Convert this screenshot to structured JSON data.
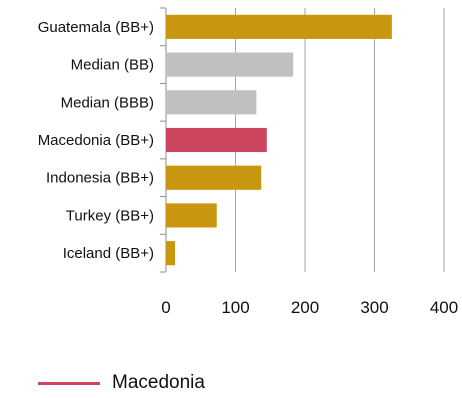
{
  "chart_data": {
    "type": "bar",
    "orientation": "horizontal",
    "categories": [
      "Guatemala (BB+)",
      "Median (BB)",
      "Median (BBB)",
      "Macedonia (BB+)",
      "Indonesia (BB+)",
      "Turkey (BB+)",
      "Iceland (BB+)"
    ],
    "values": [
      325,
      183,
      130,
      145,
      137,
      73,
      13
    ],
    "bar_colors": [
      "#c9960f",
      "#c0c0c0",
      "#c0c0c0",
      "#cc4660",
      "#c9960f",
      "#c9960f",
      "#c9960f"
    ],
    "xlim": [
      0,
      400
    ],
    "xticks": [
      0,
      100,
      200,
      300,
      400
    ],
    "grid": true,
    "legend": [
      {
        "label": "Macedonia",
        "color": "#cc4660"
      }
    ],
    "legend_position": "bottom-left"
  }
}
